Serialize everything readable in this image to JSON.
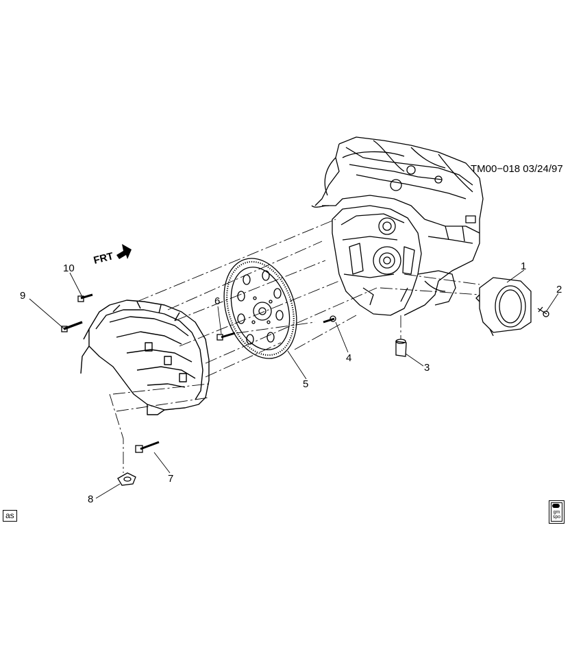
{
  "diagram": {
    "stamp": "TM00−018  03/24/97",
    "direction_label": "FRT",
    "callouts": [
      "1",
      "2",
      "3",
      "4",
      "5",
      "6",
      "7",
      "8",
      "9",
      "10"
    ],
    "corner_label": "as",
    "logo": {
      "line1": "gm",
      "line2": "spo"
    }
  }
}
